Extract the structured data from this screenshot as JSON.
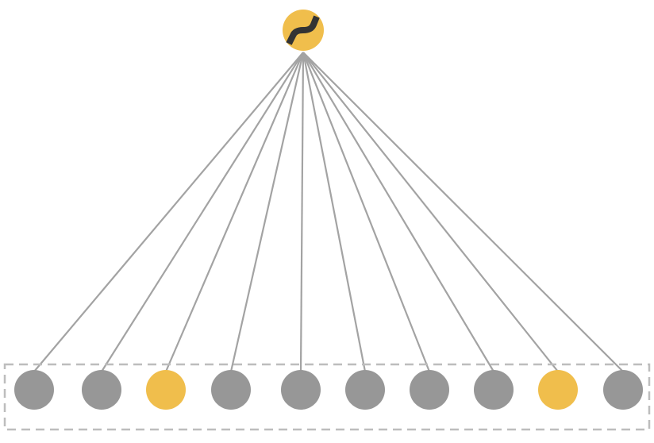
{
  "diagram": {
    "output_node": {
      "icon": "sigmoid-activation-icon",
      "color": "#F0BE4C",
      "icon_stroke_color": "#333333"
    },
    "connection_color": "#A3A3A3",
    "input_group": {
      "border_color": "#BDBDBD",
      "border_style": "dashed"
    },
    "input_nodes": [
      {
        "state": "inactive",
        "color": "#979797"
      },
      {
        "state": "inactive",
        "color": "#979797"
      },
      {
        "state": "active",
        "color": "#F0BE4C"
      },
      {
        "state": "inactive",
        "color": "#979797"
      },
      {
        "state": "inactive",
        "color": "#979797"
      },
      {
        "state": "inactive",
        "color": "#979797"
      },
      {
        "state": "inactive",
        "color": "#979797"
      },
      {
        "state": "inactive",
        "color": "#979797"
      },
      {
        "state": "active",
        "color": "#F0BE4C"
      },
      {
        "state": "inactive",
        "color": "#979797"
      }
    ]
  }
}
